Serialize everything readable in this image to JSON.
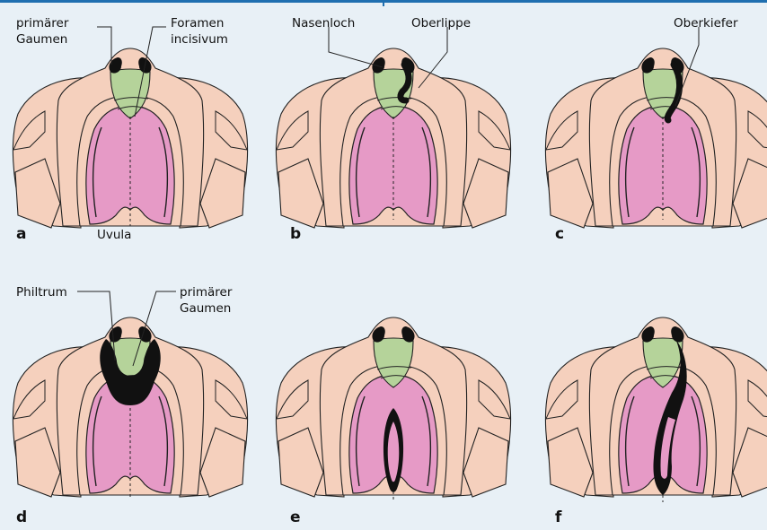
{
  "panels": [
    {
      "letter": "a"
    },
    {
      "letter": "b"
    },
    {
      "letter": "c"
    },
    {
      "letter": "d"
    },
    {
      "letter": "e"
    },
    {
      "letter": "f"
    }
  ],
  "labels": {
    "a_primaerer": "primärer",
    "a_gaumen": "Gaumen",
    "a_foramen": "Foramen",
    "a_incisivum": "incisivum",
    "a_uvula": "Uvula",
    "b_nasenloch": "Nasenloch",
    "b_oberlippe": "Oberlippe",
    "c_oberkiefer": "Oberkiefer",
    "d_philtrum": "Philtrum",
    "d_primaerer": "primärer",
    "d_gaumen": "Gaumen"
  },
  "colors": {
    "skin": "#f5d0bd",
    "primary_palate": "#b5d39a",
    "secondary_palate": "#e69ac6",
    "cleft": "#111111",
    "background": "#e8f0f6",
    "accent": "#1f6fb0"
  }
}
